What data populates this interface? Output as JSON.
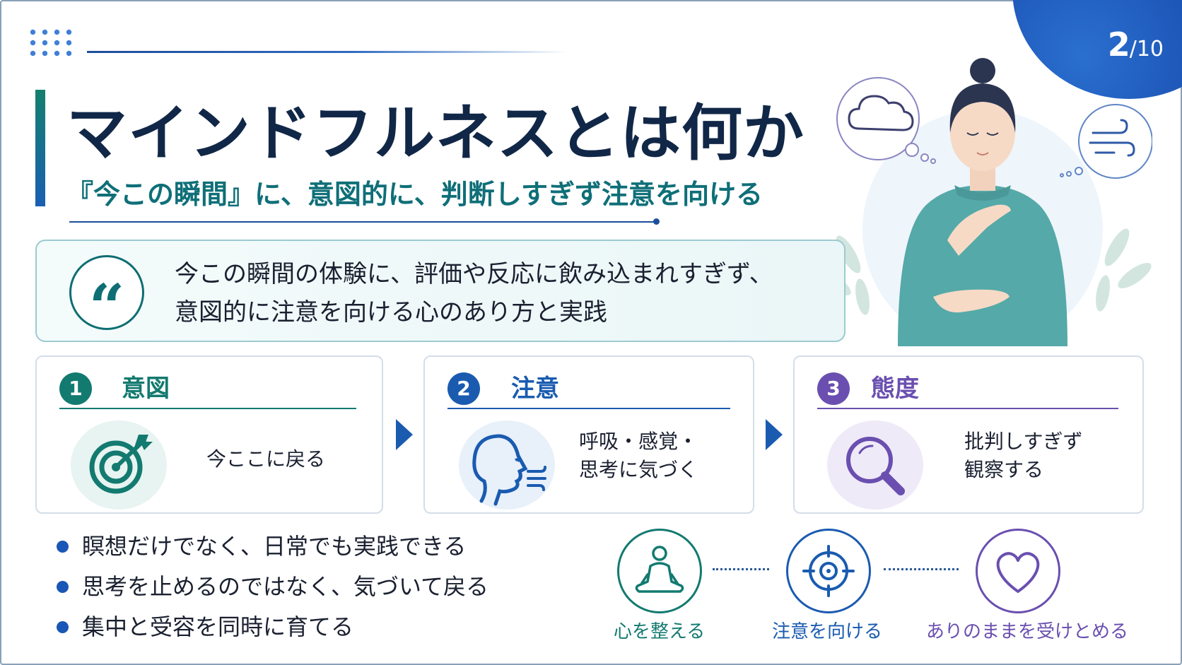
{
  "page": {
    "current": "2",
    "total": "/10"
  },
  "title": "マインドフルネスとは何か",
  "subtitle": "『今この瞬間』に、意図的に、判断しすぎず注意を向ける",
  "quote": {
    "mark": "“",
    "line1": "今この瞬間の体験に、評価や反応に飲み込まれすぎず、",
    "line2": "意図的に注意を向ける心のあり方と実践"
  },
  "cards": [
    {
      "number": "1",
      "title": "意図",
      "text1": "今ここに戻る",
      "text2": "",
      "icon": "target-icon",
      "color": "#137a70"
    },
    {
      "number": "2",
      "title": "注意",
      "text1": "呼吸・感覚・",
      "text2": "思考に気づく",
      "icon": "breathing-face-icon",
      "color": "#1a5bb0"
    },
    {
      "number": "3",
      "title": "態度",
      "text1": "批判しすぎず",
      "text2": "観察する",
      "icon": "magnifier-icon",
      "color": "#6a4fb0"
    }
  ],
  "bullets": [
    "瞑想だけでなく、日常でも実践できる",
    "思考を止めるのではなく、気づいて戻る",
    "集中と受容を同時に育てる"
  ],
  "values": [
    {
      "label": "心を整える",
      "icon": "meditation-icon",
      "color": "#137a70"
    },
    {
      "label": "注意を向ける",
      "icon": "crosshair-icon",
      "color": "#1a5bb0"
    },
    {
      "label": "ありのままを受けとめる",
      "icon": "heart-icon",
      "color": "#6a4fb0"
    }
  ]
}
